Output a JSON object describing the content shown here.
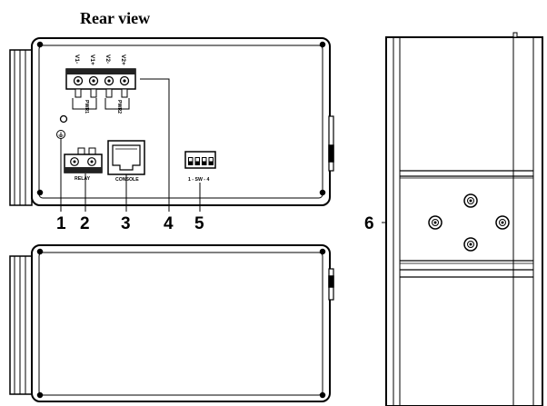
{
  "title": "Rear view",
  "power_pins": [
    "V1-",
    "V1+",
    "V2-",
    "V2+"
  ],
  "pwr_labels": [
    "PWR1",
    "PWR2"
  ],
  "port_labels": {
    "relay": "RELAY",
    "console": "CONSOLE",
    "dip_switch": "1 - SW - 4"
  },
  "callouts": [
    "1",
    "2",
    "3",
    "4",
    "5",
    "6"
  ]
}
